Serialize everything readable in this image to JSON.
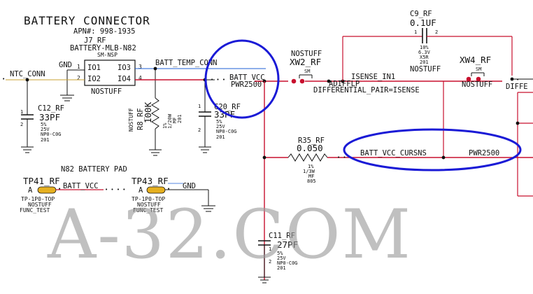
{
  "header": {
    "title": "BATTERY CONNECTOR",
    "apn": "APN#: 998-1935"
  },
  "connector": {
    "ref": "J7_RF",
    "part": "BATTERY-MLB-N82",
    "footprint": "SM-NSP",
    "stuff": "NOSTUFF",
    "gnd_label": "GND",
    "pins_left": [
      "1",
      "2"
    ],
    "pins_right": [
      "3",
      "4"
    ],
    "io_left": [
      "IO1",
      "IO2"
    ],
    "io_right": [
      "IO3",
      "IO4"
    ]
  },
  "nets": {
    "ntc_conn": "NTC_CONN",
    "batt_temp_conn": "BATT_TEMP_CONN",
    "batt_vcc": "BATT_VCC",
    "pwr_class": "PWR2500",
    "isense_in1": "ISENSE_IN1",
    "adifflp": "ADIFFLP",
    "diff_pair": "DIFFERENTIAL_PAIR=ISENSE",
    "batt_vcc_cursns": "BATT_VCC_CURSNS",
    "pwr_class_2": "PWR2500",
    "diffe_cut": "DIFFE",
    "pad_batt_vcc": "BATT_VCC",
    "pad_gnd": "GND"
  },
  "c12": {
    "ref": "C12_RF",
    "value": "33PF",
    "pins": [
      "1",
      "2"
    ],
    "specs": [
      "5%",
      "25V",
      "NP0-C0G",
      "201"
    ]
  },
  "r8": {
    "ref": "R8_RF",
    "stuff": "NOSTUFF",
    "value": "100K",
    "specs": [
      "1%",
      "1/20W",
      "MF",
      "201"
    ]
  },
  "c20": {
    "ref": "C20_RF",
    "value": "33PF",
    "pins": [
      "1",
      "2"
    ],
    "specs": [
      "5%",
      "25V",
      "NP0-C0G",
      "201"
    ]
  },
  "c9": {
    "ref": "C9_RF",
    "value": "0.1UF",
    "pins": [
      "1",
      "2"
    ],
    "specs": [
      "10%",
      "6.3V",
      "X5R",
      "201"
    ],
    "stuff": "NOSTUFF"
  },
  "xw2": {
    "stuff": "NOSTUFF",
    "ref": "XW2_RF",
    "type": "SM"
  },
  "xw4": {
    "ref": "XW4_RF",
    "type": "SM",
    "stuff": "NOSTUFF"
  },
  "r35": {
    "ref": "R35_RF",
    "value": "0.050",
    "specs": [
      "1%",
      "1/3W",
      "MF",
      "805"
    ]
  },
  "c11": {
    "ref": "C11_RF",
    "value": "27PF",
    "pins": [
      "1",
      "2"
    ],
    "specs": [
      "5%",
      "25V",
      "NP0-C0G",
      "201"
    ]
  },
  "pad": {
    "title": "N82 BATTERY PAD",
    "tp41": {
      "ref": "TP41_RF",
      "pin": "A",
      "part": "TP-1P0-TOP",
      "stuff": "NOSTUFF",
      "func": "FUNC_TEST"
    },
    "tp43": {
      "ref": "TP43_RF",
      "pin": "A",
      "part": "TP-1P0-TOP",
      "stuff": "NOSTUFF",
      "func": "FUNC_TEST"
    }
  },
  "watermark": "A-32.COM",
  "colors": {
    "wire_black": "#111111",
    "wire_red": "#c8102e",
    "wire_blue": "#1d5fd6",
    "annotation_circle": "#1a1ad6",
    "test_pad": "#e6b020",
    "watermark": "#9a9a9a"
  }
}
